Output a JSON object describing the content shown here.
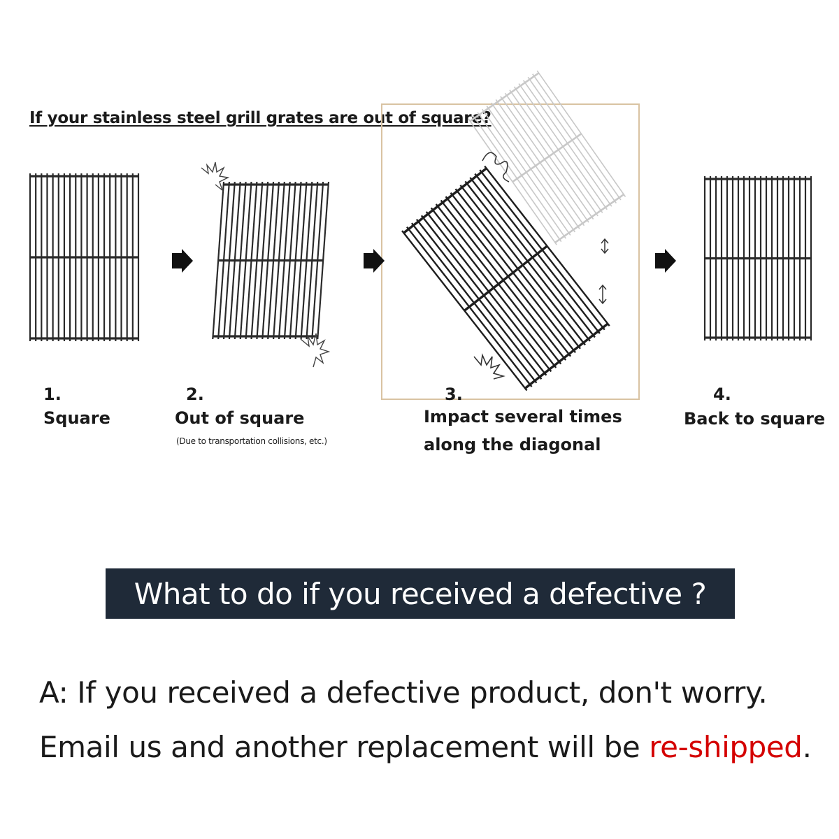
{
  "heading": "If your stainless steel grill grates are out of square?",
  "steps": [
    {
      "num": "1.",
      "label": "Square",
      "note": ""
    },
    {
      "num": "2.",
      "label": "Out of square",
      "note": "(Due to transportation collisions, etc.)"
    },
    {
      "num": "3.",
      "label": "Impact several times",
      "label2": "along the diagonal"
    },
    {
      "num": "4.",
      "label": "Back to square"
    }
  ],
  "banner": "What to do if you received a defective ?",
  "answer": {
    "line1": "A: If you received a defective product, don't worry.",
    "line2_prefix": "Email us and another replacement will be ",
    "line2_highlight": "re-shipped",
    "line2_suffix": "."
  },
  "colors": {
    "banner_bg": "#1f2a38",
    "highlight": "#d40000",
    "frame": "#d9c3a2",
    "ink": "#1a1a1a"
  },
  "icons": [
    "arrow-right-icon",
    "impact-burst-icon",
    "shake-arrow-icon"
  ]
}
